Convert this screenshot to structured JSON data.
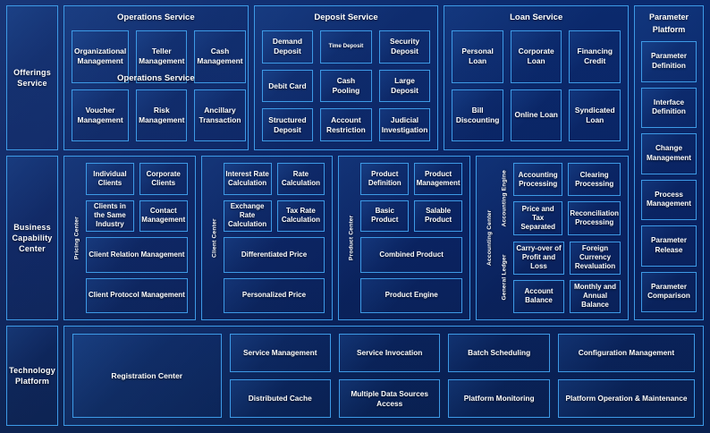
{
  "colors": {
    "background": "#0b2a6e",
    "border": "#3d9ae6",
    "text": "#ffffff"
  },
  "rows": {
    "offerings": {
      "rail_label": "Offerings Service",
      "services": [
        {
          "title": "Operations Service",
          "ghost_title": "Operations Service",
          "items": [
            "Organizational Management",
            "Teller Management",
            "Cash Management",
            "Voucher Management",
            "Risk Management",
            "Ancillary Transaction"
          ]
        },
        {
          "title": "Deposit Service",
          "items": [
            "Demand Deposit",
            "Time Deposit",
            "Security Deposit",
            "Debit Card",
            "Cash Pooling",
            "Large Deposit",
            "Structured Deposit",
            "Account Restriction",
            "Judicial Investigation"
          ],
          "small_font_items": [
            "Time Deposit"
          ]
        },
        {
          "title": "Loan Service",
          "items": [
            "Personal Loan",
            "Corporate Loan",
            "Financing Credit",
            "Bill Discounting",
            "Online Loan",
            "Syndicated Loan"
          ]
        }
      ]
    },
    "business": {
      "rail_label": "Business Capability Center",
      "centers": [
        {
          "vertical_label": "Pricing Center",
          "pair_top": [
            "Individual Clients",
            "Corporate Clients"
          ],
          "pair_mid": [
            "Clients in the Same Industry",
            "Contact Management"
          ],
          "full_1": "Client Relation Management",
          "full_2": "Client Protocol Management"
        },
        {
          "vertical_label": "Client Center",
          "pair_top": [
            "Interest Rate Calculation",
            "Rate Calculation"
          ],
          "pair_mid": [
            "Exchange Rate Calculation",
            "Tax Rate Calculation"
          ],
          "full_1": "Differentiated Price",
          "full_2": "Personalized Price"
        },
        {
          "vertical_label": "Product Center",
          "pair_top": [
            "Product Definition",
            "Product Management"
          ],
          "pair_mid": [
            "Basic Product",
            "Salable Product"
          ],
          "full_1": "Combined Product",
          "full_2": "Product Engine"
        }
      ],
      "accounting": {
        "outer_label": "Accounting Center",
        "groups": [
          {
            "label": "Accounting Engine",
            "items": [
              "Accounting Processing",
              "Clearing Processing",
              "Price and Tax Separated",
              "Reconciliation Processing"
            ]
          },
          {
            "label": "General Ledger",
            "items": [
              "Carry-over of Profit and Loss",
              "Foreign Currency Revaluation",
              "Account Balance",
              "Monthly and Annual Balance"
            ]
          }
        ]
      }
    },
    "technology": {
      "rail_label": "Technology Platform",
      "registration": "Registration Center",
      "columns": [
        [
          "Service Management",
          "Distributed Cache"
        ],
        [
          "Service Invocation",
          "Multiple Data Sources Access"
        ],
        [
          "Batch Scheduling",
          "Platform Monitoring"
        ],
        [
          "Configuration Management",
          "Platform Operation & Maintenance"
        ]
      ]
    }
  },
  "parameter_platform": {
    "title": "Parameter Platform",
    "items": [
      "Parameter Definition",
      "Interface Definition",
      "Change Management",
      "Process Management",
      "Parameter Release",
      "Parameter Comparison"
    ]
  }
}
